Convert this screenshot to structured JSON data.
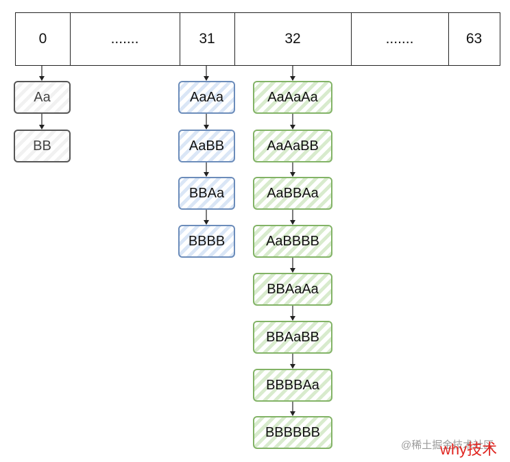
{
  "buckets": [
    "0",
    ".......",
    "31",
    "32",
    ".......",
    "63"
  ],
  "chains": [
    {
      "bucket_index": 0,
      "style": "gray",
      "items": [
        "Aa",
        "BB"
      ]
    },
    {
      "bucket_index": 2,
      "style": "blue",
      "items": [
        "AaAa",
        "AaBB",
        "BBAa",
        "BBBB"
      ]
    },
    {
      "bucket_index": 3,
      "style": "green",
      "items": [
        "AaAaAa",
        "AaAaBB",
        "AaBBAa",
        "AaBBBB",
        "BBAaAa",
        "BBAaBB",
        "BBBBAa",
        "BBBBBB"
      ]
    }
  ],
  "colors": {
    "gray_border": "#555555",
    "blue_border": "#6b8cba",
    "blue_fill": "#dae6f6",
    "green_border": "#82b366",
    "green_fill": "#d8ebcd",
    "watermark": "#e0241f"
  },
  "watermark": {
    "source_text": "@稀土掘金技术社区",
    "author_text": "why技术"
  }
}
